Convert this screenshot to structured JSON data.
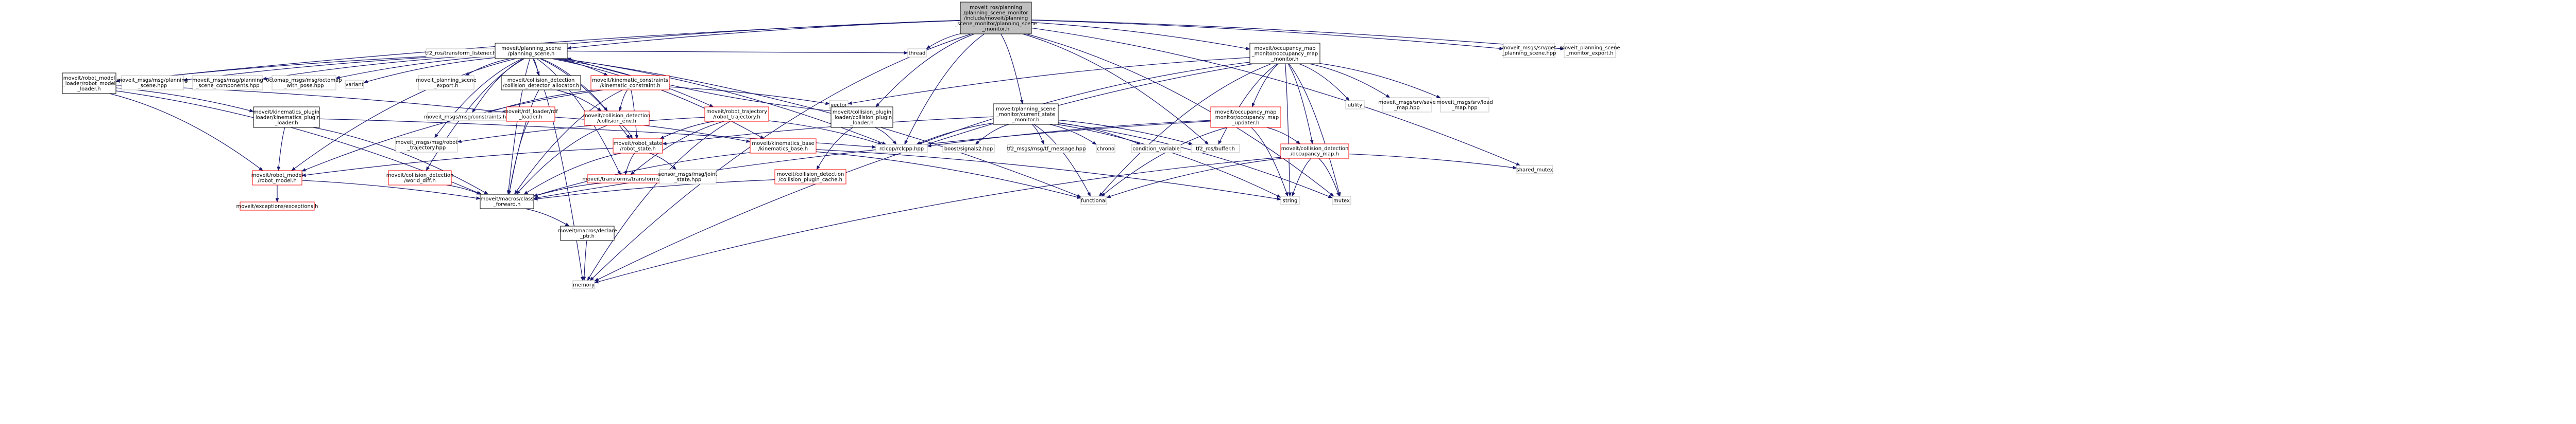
{
  "colors": {
    "edge": "#191970",
    "root_fill": "#bfbfbf",
    "documented_fill": "#ffffff",
    "documented_border": "#000000",
    "external_border": "#bfbfbf",
    "red_border": "#ff0000"
  },
  "nodes": [
    {
      "id": "root",
      "kind": "root",
      "lines": [
        "moveit_ros/planning",
        "/planning_scene_monitor",
        "/include/moveit/planning",
        "_scene_monitor/planning_scene",
        "_monitor.h"
      ]
    },
    {
      "id": "tf2_listener",
      "kind": "ext",
      "lines": [
        "tf2_ros/transform_listener.h"
      ]
    },
    {
      "id": "ps",
      "kind": "doc",
      "lines": [
        "moveit/planning_scene",
        "/planning_scene.h"
      ]
    },
    {
      "id": "thread",
      "kind": "ext",
      "lines": [
        "thread"
      ]
    },
    {
      "id": "occ_mon",
      "kind": "doc",
      "lines": [
        "moveit/occupancy_map",
        "_monitor/occupancy_map",
        "_monitor.h"
      ]
    },
    {
      "id": "srv_get_ps",
      "kind": "ext",
      "lines": [
        "moveit_msgs/srv/get",
        "_planning_scene.hpp"
      ]
    },
    {
      "id": "ps_export",
      "kind": "ext",
      "lines": [
        "moveit_planning_scene",
        "_monitor_export.h"
      ]
    },
    {
      "id": "rml",
      "kind": "doc",
      "lines": [
        "moveit/robot_model",
        "_loader/robot_model",
        "_loader.h"
      ]
    },
    {
      "id": "msg_ps",
      "kind": "ext",
      "lines": [
        "moveit_msgs/msg/planning",
        "_scene.hpp"
      ]
    },
    {
      "id": "msg_psc",
      "kind": "ext",
      "lines": [
        "moveit_msgs/msg/planning",
        "_scene_components.hpp"
      ]
    },
    {
      "id": "octomap_pose",
      "kind": "ext",
      "lines": [
        "octomap_msgs/msg/octomap",
        "_with_pose.hpp"
      ]
    },
    {
      "id": "variant",
      "kind": "ext",
      "lines": [
        "variant"
      ]
    },
    {
      "id": "mps_export",
      "kind": "ext",
      "lines": [
        "moveit_planning_scene",
        "_export.h"
      ]
    },
    {
      "id": "cd_alloc",
      "kind": "doc",
      "lines": [
        "moveit/collision_detection",
        "/collision_detector_allocator.h"
      ]
    },
    {
      "id": "kin_con",
      "kind": "red",
      "lines": [
        "moveit/kinematic_constraints",
        "/kinematic_constraint.h"
      ]
    },
    {
      "id": "vector",
      "kind": "ext",
      "lines": [
        "vector"
      ]
    },
    {
      "id": "kin_plugin",
      "kind": "doc",
      "lines": [
        "moveit/kinematics_plugin",
        "_loader/kinematics_plugin",
        "_loader.h"
      ]
    },
    {
      "id": "msg_con",
      "kind": "ext",
      "lines": [
        "moveit_msgs/msg/constraints.hpp"
      ]
    },
    {
      "id": "rdf",
      "kind": "red",
      "lines": [
        "moveit/rdf_loader/rdf",
        "_loader.h"
      ]
    },
    {
      "id": "cenv",
      "kind": "red",
      "lines": [
        "moveit/collision_detection",
        "/collision_env.h"
      ]
    },
    {
      "id": "rtraj",
      "kind": "red",
      "lines": [
        "moveit/robot_trajectory",
        "/robot_trajectory.h"
      ]
    },
    {
      "id": "cpl",
      "kind": "doc",
      "lines": [
        "moveit/collision_plugin",
        "_loader/collision_plugin",
        "_loader.h"
      ]
    },
    {
      "id": "csm",
      "kind": "doc",
      "lines": [
        "moveit/planning_scene",
        "_monitor/current_state",
        "_monitor.h"
      ]
    },
    {
      "id": "occ_upd",
      "kind": "red",
      "lines": [
        "moveit/occupancy_map",
        "_monitor/occupancy_map",
        "_updater.h"
      ]
    },
    {
      "id": "utility",
      "kind": "ext",
      "lines": [
        "utility"
      ]
    },
    {
      "id": "srv_save",
      "kind": "ext",
      "lines": [
        "moveit_msgs/srv/save",
        "_map.hpp"
      ]
    },
    {
      "id": "srv_load",
      "kind": "ext",
      "lines": [
        "moveit_msgs/srv/load",
        "_map.hpp"
      ]
    },
    {
      "id": "msg_rtraj",
      "kind": "ext",
      "lines": [
        "moveit_msgs/msg/robot",
        "_trajectory.hpp"
      ]
    },
    {
      "id": "rstate",
      "kind": "red",
      "lines": [
        "moveit/robot_state",
        "/robot_state.h"
      ]
    },
    {
      "id": "kbase",
      "kind": "red",
      "lines": [
        "moveit/kinematics_base",
        "/kinematics_base.h"
      ]
    },
    {
      "id": "rclcpp",
      "kind": "ext",
      "lines": [
        "rclcpp/rclcpp.hpp"
      ]
    },
    {
      "id": "boost_signals",
      "kind": "ext",
      "lines": [
        "boost/signals2.hpp"
      ]
    },
    {
      "id": "tf2_msg",
      "kind": "ext",
      "lines": [
        "tf2_msgs/msg/tf_message.hpp"
      ]
    },
    {
      "id": "chrono",
      "kind": "ext",
      "lines": [
        "chrono"
      ]
    },
    {
      "id": "condvar",
      "kind": "ext",
      "lines": [
        "condition_variable"
      ]
    },
    {
      "id": "tf2_buffer",
      "kind": "ext",
      "lines": [
        "tf2_ros/buffer.h"
      ]
    },
    {
      "id": "occ_map",
      "kind": "red",
      "lines": [
        "moveit/collision_detection",
        "/occupancy_map.h"
      ]
    },
    {
      "id": "shared_mutex",
      "kind": "ext",
      "lines": [
        "shared_mutex"
      ]
    },
    {
      "id": "rmodel",
      "kind": "red",
      "lines": [
        "moveit/robot_model",
        "/robot_model.h"
      ]
    },
    {
      "id": "world_diff",
      "kind": "red",
      "lines": [
        "moveit/collision_detection",
        "/world_diff.h"
      ]
    },
    {
      "id": "transforms",
      "kind": "red",
      "lines": [
        "moveit/transforms/transforms.h"
      ]
    },
    {
      "id": "msg_joint",
      "kind": "ext",
      "lines": [
        "sensor_msgs/msg/joint",
        "_state.hpp"
      ]
    },
    {
      "id": "cplugin_cache",
      "kind": "red",
      "lines": [
        "moveit/collision_detection",
        "/collision_plugin_cache.h"
      ]
    },
    {
      "id": "functional",
      "kind": "ext",
      "lines": [
        "functional"
      ]
    },
    {
      "id": "string",
      "kind": "ext",
      "lines": [
        "string"
      ]
    },
    {
      "id": "mutex",
      "kind": "ext",
      "lines": [
        "mutex"
      ]
    },
    {
      "id": "exceptions",
      "kind": "red",
      "lines": [
        "moveit/exceptions/exceptions.h"
      ]
    },
    {
      "id": "class_fwd",
      "kind": "doc",
      "lines": [
        "moveit/macros/class",
        "_forward.h"
      ]
    },
    {
      "id": "declare_ptr",
      "kind": "doc",
      "lines": [
        "moveit/macros/declare",
        "_ptr.h"
      ]
    },
    {
      "id": "memory",
      "kind": "ext",
      "lines": [
        "memory"
      ]
    }
  ],
  "edges": [
    [
      "root",
      "tf2_listener"
    ],
    [
      "root",
      "ps"
    ],
    [
      "root",
      "thread"
    ],
    [
      "root",
      "occ_mon"
    ],
    [
      "root",
      "srv_get_ps"
    ],
    [
      "root",
      "ps_export"
    ],
    [
      "root",
      "rml"
    ],
    [
      "root",
      "cpl"
    ],
    [
      "root",
      "csm"
    ],
    [
      "root",
      "tf2_buffer"
    ],
    [
      "root",
      "rclcpp"
    ],
    [
      "root",
      "mutex"
    ],
    [
      "root",
      "shared_mutex"
    ],
    [
      "root",
      "memory"
    ],
    [
      "ps",
      "rml"
    ],
    [
      "ps",
      "msg_ps"
    ],
    [
      "ps",
      "msg_psc"
    ],
    [
      "ps",
      "octomap_pose"
    ],
    [
      "ps",
      "variant"
    ],
    [
      "ps",
      "mps_export"
    ],
    [
      "ps",
      "cd_alloc"
    ],
    [
      "ps",
      "kin_con"
    ],
    [
      "ps",
      "thread"
    ],
    [
      "ps",
      "rtraj"
    ],
    [
      "ps",
      "kbase"
    ],
    [
      "ps",
      "rstate"
    ],
    [
      "ps",
      "rmodel"
    ],
    [
      "ps",
      "world_diff"
    ],
    [
      "ps",
      "transforms"
    ],
    [
      "ps",
      "class_fwd"
    ],
    [
      "ps",
      "msg_rtraj"
    ],
    [
      "ps",
      "cenv"
    ],
    [
      "ps",
      "msg_con"
    ],
    [
      "ps",
      "rclcpp"
    ],
    [
      "ps",
      "functional"
    ],
    [
      "ps",
      "memory"
    ],
    [
      "rml",
      "kin_plugin"
    ],
    [
      "rml",
      "rdf"
    ],
    [
      "rml",
      "rmodel"
    ],
    [
      "rml",
      "class_fwd"
    ],
    [
      "cd_alloc",
      "cenv"
    ],
    [
      "cd_alloc",
      "class_fwd"
    ],
    [
      "kin_con",
      "msg_con"
    ],
    [
      "kin_con",
      "cenv"
    ],
    [
      "kin_con",
      "rstate"
    ],
    [
      "kin_con",
      "rmodel"
    ],
    [
      "kin_con",
      "class_fwd"
    ],
    [
      "kin_con",
      "vector"
    ],
    [
      "kin_plugin",
      "rmodel"
    ],
    [
      "kin_plugin",
      "class_fwd"
    ],
    [
      "kin_plugin",
      "rclcpp"
    ],
    [
      "rdf",
      "class_fwd"
    ],
    [
      "rdf",
      "kbase"
    ],
    [
      "cenv",
      "rstate"
    ],
    [
      "cenv",
      "class_fwd"
    ],
    [
      "rtraj",
      "msg_rtraj"
    ],
    [
      "rtraj",
      "rstate"
    ],
    [
      "rtraj",
      "transforms"
    ],
    [
      "rtraj",
      "memory"
    ],
    [
      "rtraj",
      "rclcpp"
    ],
    [
      "cpl",
      "rclcpp"
    ],
    [
      "cpl",
      "cplugin_cache"
    ],
    [
      "cpl",
      "ps"
    ],
    [
      "csm",
      "rclcpp"
    ],
    [
      "csm",
      "boost_signals"
    ],
    [
      "csm",
      "tf2_msg"
    ],
    [
      "csm",
      "chrono"
    ],
    [
      "csm",
      "condvar"
    ],
    [
      "csm",
      "tf2_buffer"
    ],
    [
      "csm",
      "functional"
    ],
    [
      "csm",
      "string"
    ],
    [
      "csm",
      "mutex"
    ],
    [
      "csm",
      "rstate"
    ],
    [
      "occ_mon",
      "occ_upd"
    ],
    [
      "occ_mon",
      "occ_map"
    ],
    [
      "occ_mon",
      "vector"
    ],
    [
      "occ_mon",
      "rclcpp"
    ],
    [
      "occ_mon",
      "tf2_buffer"
    ],
    [
      "occ_mon",
      "utility"
    ],
    [
      "occ_mon",
      "srv_save"
    ],
    [
      "occ_mon",
      "srv_load"
    ],
    [
      "occ_mon",
      "string"
    ],
    [
      "occ_mon",
      "mutex"
    ],
    [
      "occ_mon",
      "memory"
    ],
    [
      "occ_mon",
      "functional"
    ],
    [
      "occ_upd",
      "occ_map"
    ],
    [
      "occ_upd",
      "rclcpp"
    ],
    [
      "occ_upd",
      "string"
    ],
    [
      "occ_upd",
      "functional"
    ],
    [
      "occ_upd",
      "class_fwd"
    ],
    [
      "occ_map",
      "shared_mutex"
    ],
    [
      "occ_map",
      "string"
    ],
    [
      "occ_map",
      "functional"
    ],
    [
      "occ_map",
      "mutex"
    ],
    [
      "occ_map",
      "memory"
    ],
    [
      "rstate",
      "rmodel"
    ],
    [
      "rstate",
      "transforms"
    ],
    [
      "rstate",
      "msg_joint"
    ],
    [
      "rstate",
      "class_fwd"
    ],
    [
      "kbase",
      "class_fwd"
    ],
    [
      "kbase",
      "string"
    ],
    [
      "kbase",
      "functional"
    ],
    [
      "rmodel",
      "exceptions"
    ],
    [
      "rmodel",
      "class_fwd"
    ],
    [
      "world_diff",
      "class_fwd"
    ],
    [
      "transforms",
      "class_fwd"
    ],
    [
      "cplugin_cache",
      "class_fwd"
    ],
    [
      "class_fwd",
      "declare_ptr"
    ],
    [
      "declare_ptr",
      "memory"
    ]
  ]
}
